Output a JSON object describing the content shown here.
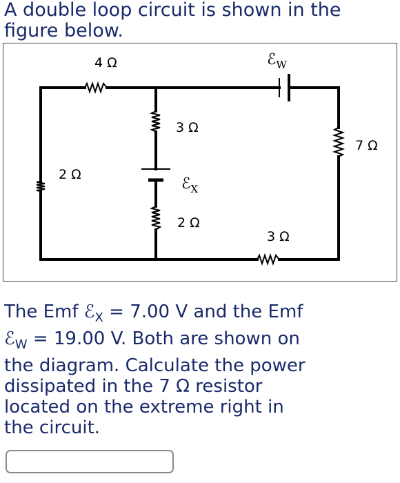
{
  "question": {
    "intro": "A double loop circuit is shown in the figure below.",
    "body_lines": [
      {
        "pre": "The Emf ",
        "sym": "ℰ",
        "sub": "X",
        "post": " = 7.00 V and the Emf"
      },
      {
        "pre": "",
        "sym": "ℰ",
        "sub": "W",
        "post": " = 19.00 V. Both are shown on"
      },
      {
        "pre": "the diagram. Calculate the power",
        "sym": "",
        "sub": "",
        "post": ""
      },
      {
        "pre": "dissipated in the 7 Ω resistor",
        "sym": "",
        "sub": "",
        "post": ""
      },
      {
        "pre": "located on the extreme right in",
        "sym": "",
        "sub": "",
        "post": ""
      },
      {
        "pre": "the circuit.",
        "sym": "",
        "sub": "",
        "post": ""
      }
    ]
  },
  "diagram": {
    "resistor_labels": {
      "top_left": "4 Ω",
      "left": "2 Ω",
      "middle_upper": "3 Ω",
      "middle_lower": "2 Ω",
      "right": "7 Ω",
      "bottom_right": "3 Ω"
    },
    "emf_labels": {
      "w_symbol": "ℰ",
      "w_sub": "W",
      "x_symbol": "ℰ",
      "x_sub": "X"
    }
  },
  "answer": {
    "value": "",
    "placeholder": ""
  }
}
